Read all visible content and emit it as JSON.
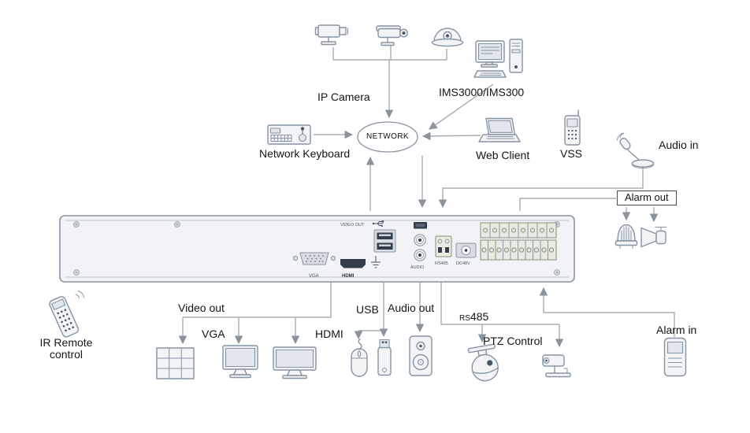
{
  "labels": {
    "ip_camera": "IP Camera",
    "ims": "IMS3000/IMS300",
    "network": "NETWORK",
    "network_keyboard": "Network Keyboard",
    "web_client": "Web Client",
    "vss": "VSS",
    "audio_in": "Audio in",
    "alarm_out": "Alarm out",
    "ir_remote": "IR Remote\ncontrol",
    "video_out": "Video out",
    "vga": "VGA",
    "hdmi": "HDMI",
    "usb": "USB",
    "audio_out": "Audio out",
    "rs485_small": "RS",
    "rs485_big": "485",
    "ptz_control": "PTZ Control",
    "alarm_in": "Alarm in"
  },
  "nvr": {
    "video_out": "VIDEO OUT",
    "vga": "VGA",
    "hdmi": "HDMI",
    "audio": "AUDIO",
    "rs485": "RS485",
    "dc48v": "DC48V"
  },
  "colors": {
    "wire": "#a6adb4",
    "icon_stroke": "#8694a4",
    "panel_fill": "#f1f3f6",
    "port_dark": "#333c48"
  }
}
